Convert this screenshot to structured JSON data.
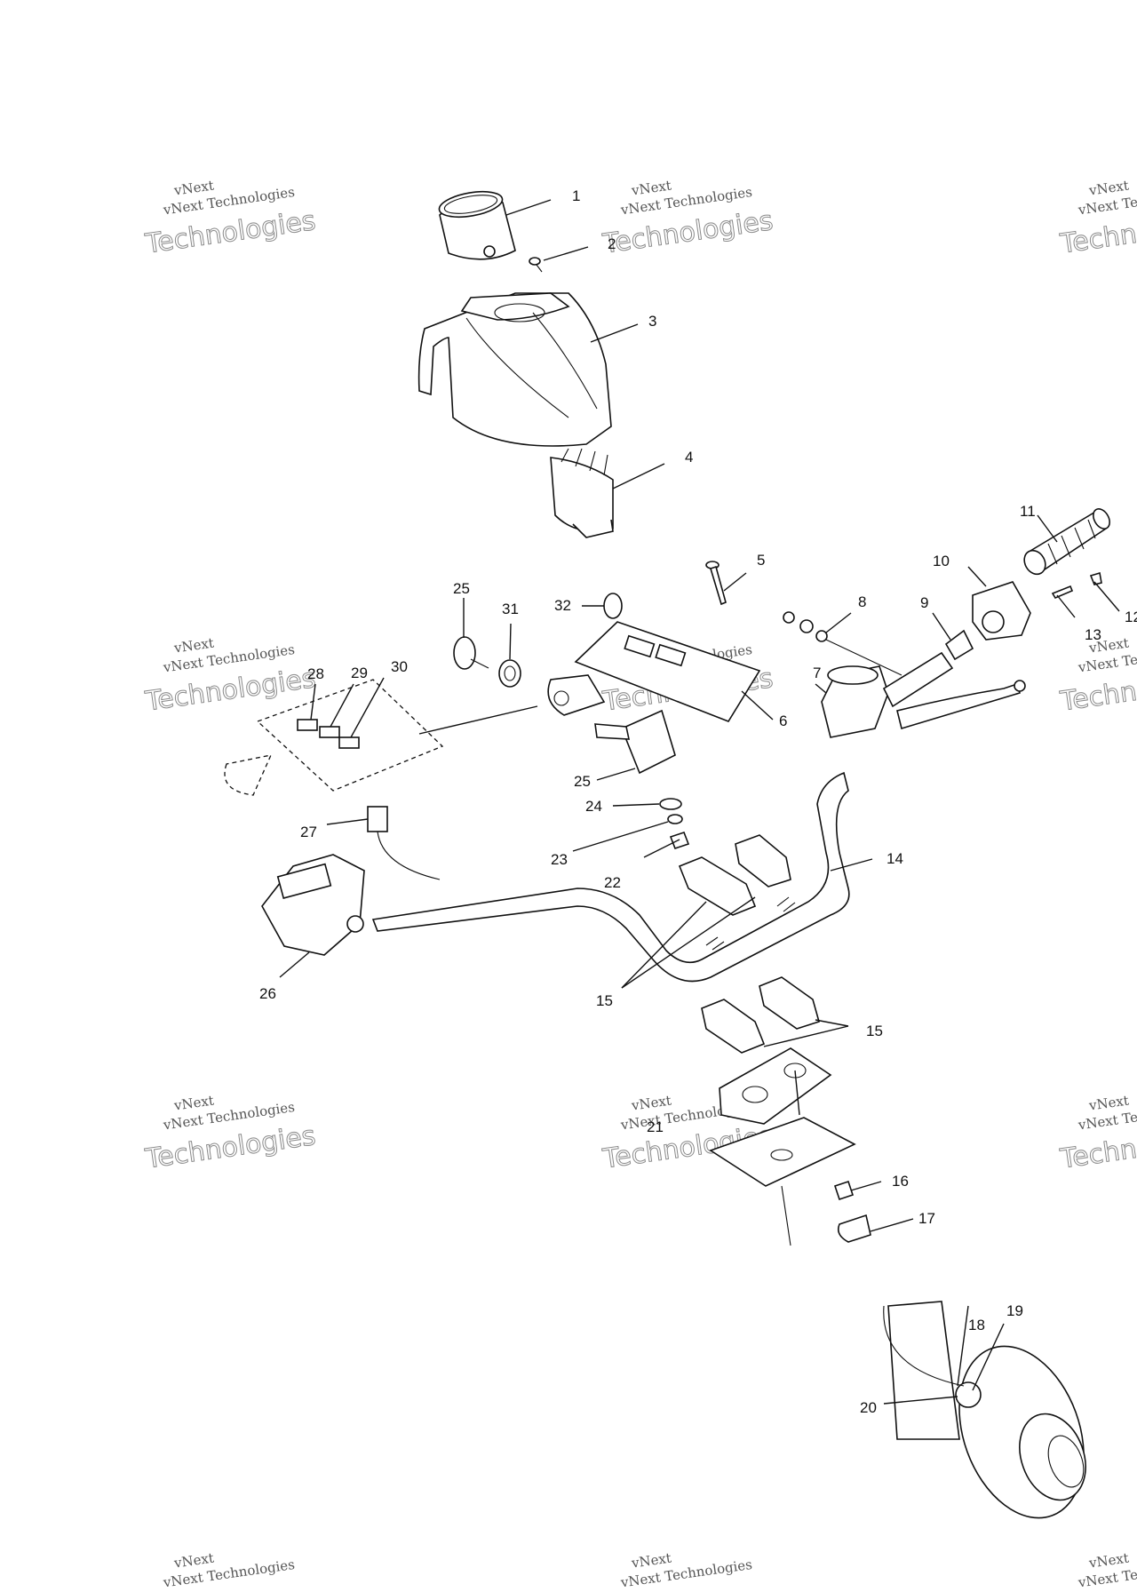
{
  "watermark": {
    "line1": "vNext Technologies",
    "line2": "Technologies",
    "line3": "vNext"
  },
  "callouts": [
    "1",
    "2",
    "3",
    "4",
    "5",
    "6",
    "7",
    "8",
    "9",
    "10",
    "11",
    "12",
    "13",
    "14",
    "15",
    "15",
    "16",
    "17",
    "18",
    "19",
    "20",
    "21",
    "22",
    "23",
    "24",
    "25",
    "25",
    "26",
    "27",
    "28",
    "29",
    "30",
    "31",
    "32"
  ]
}
